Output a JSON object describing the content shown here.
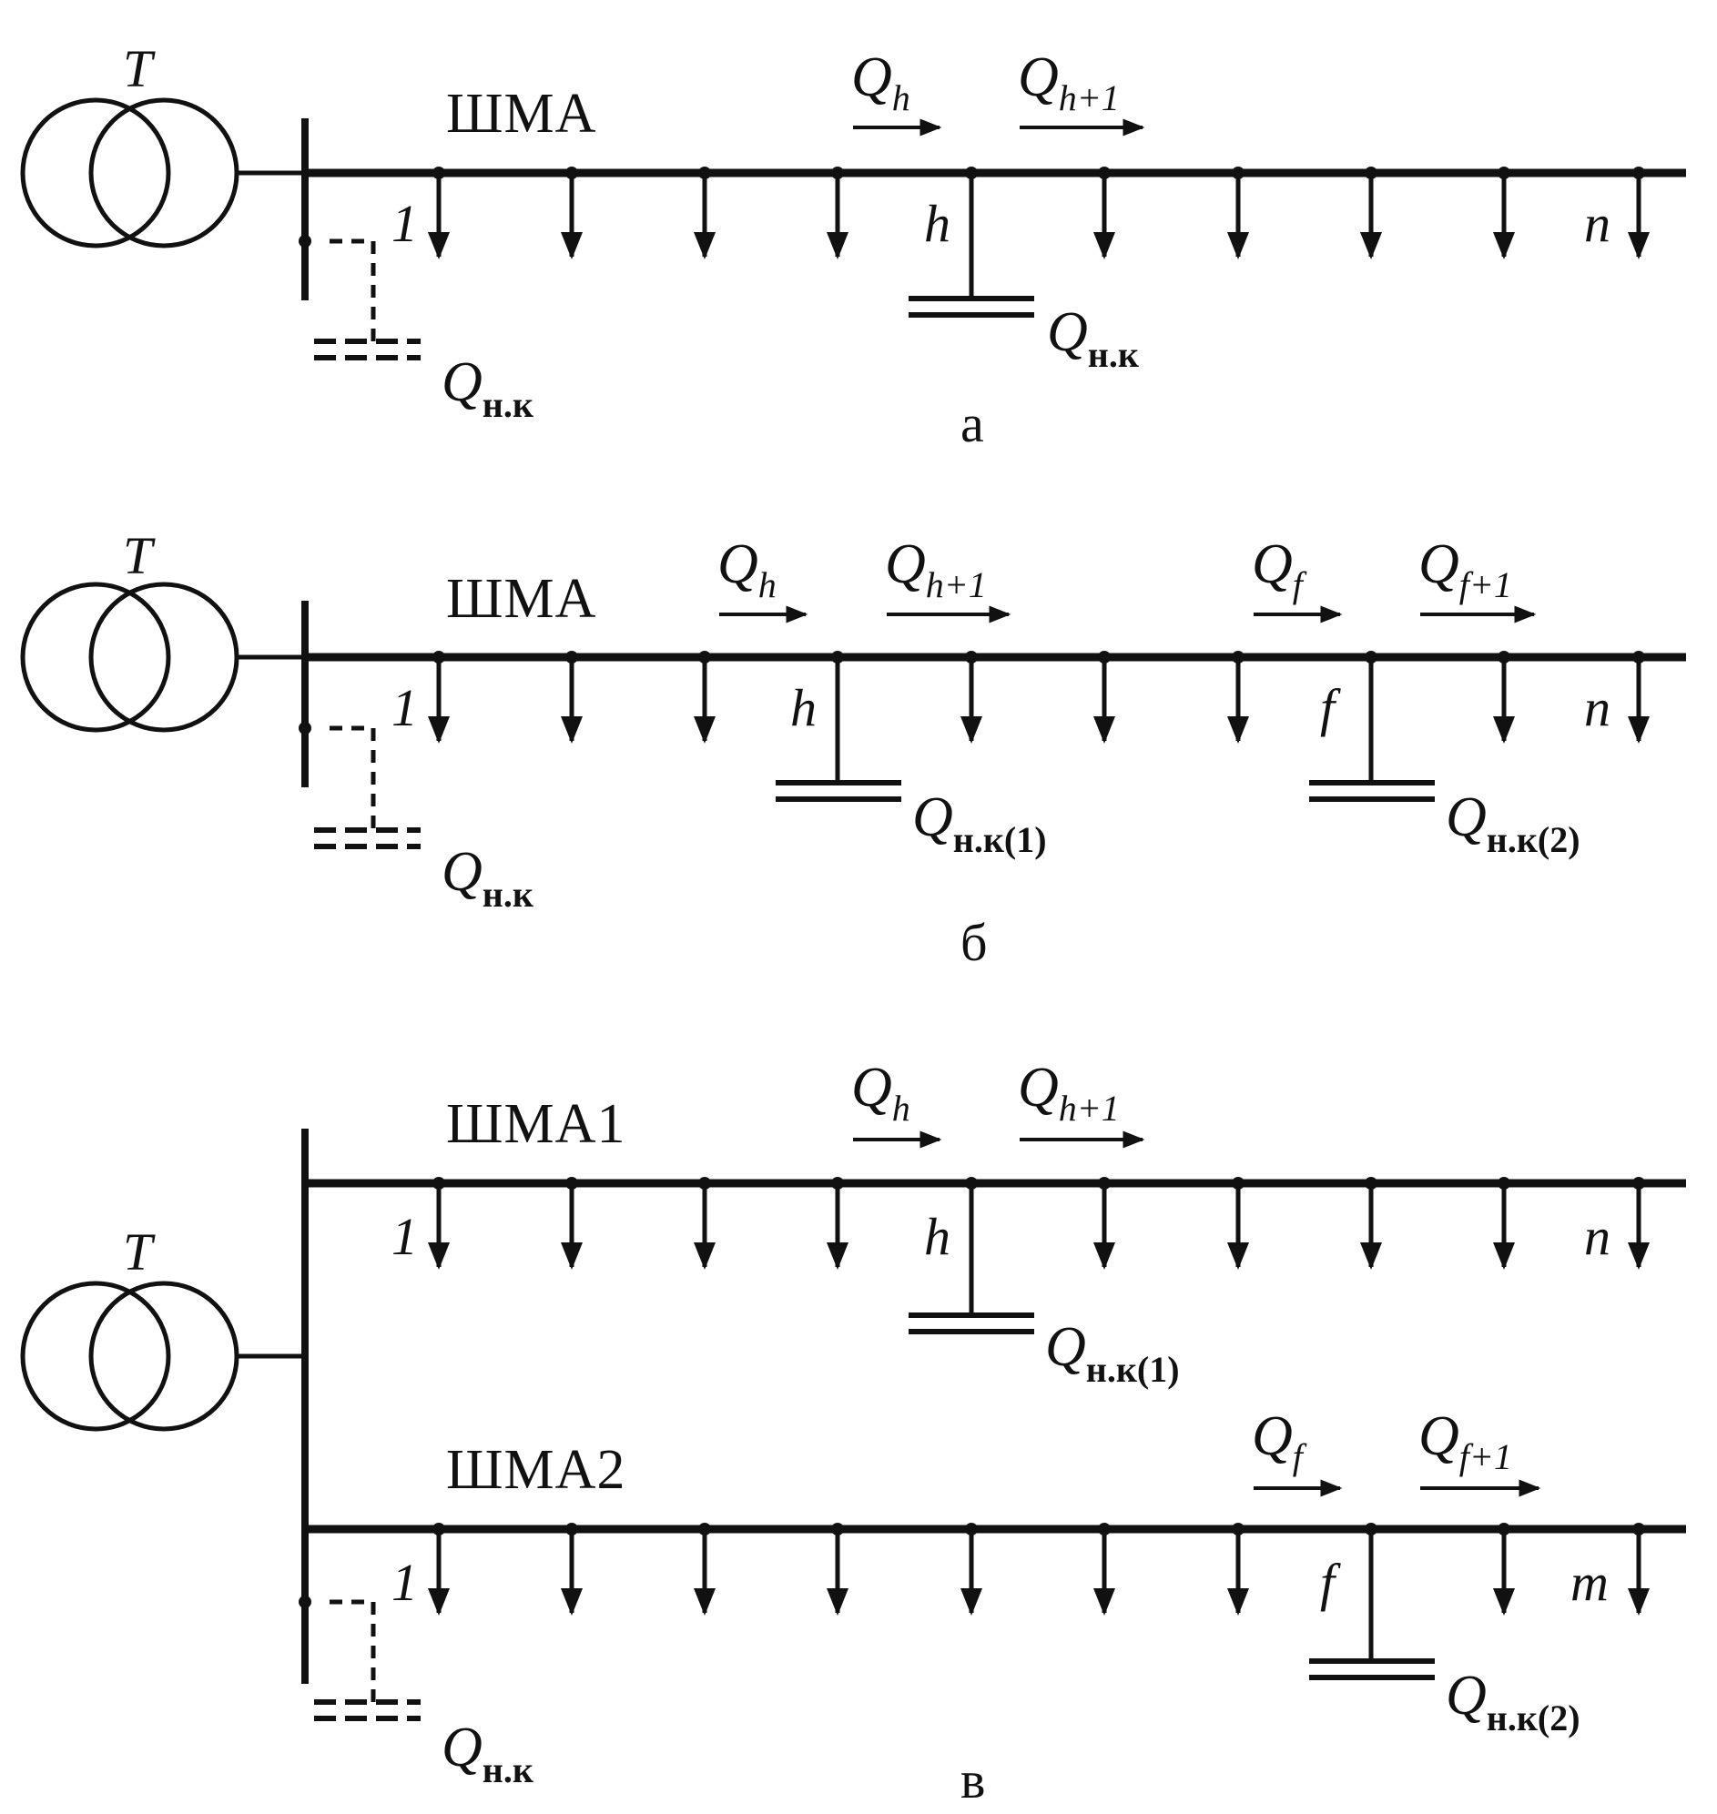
{
  "colors": {
    "ink": "#111111",
    "background": "#ffffff"
  },
  "diagrams": [
    {
      "caption": "а",
      "transformer": "T",
      "busways": [
        {
          "name": "ШМА",
          "first_tap": "1",
          "last_tap": "n",
          "flows": [
            {
              "symbol": "Q",
              "index": "h"
            },
            {
              "symbol": "Q",
              "index": "h+1"
            }
          ],
          "compensators": [
            {
              "node": "h",
              "symbol": "Q",
              "index": "н.к"
            }
          ]
        }
      ],
      "source_compensator": {
        "symbol": "Q",
        "index": "н.к"
      }
    },
    {
      "caption": "б",
      "transformer": "T",
      "busways": [
        {
          "name": "ШМА",
          "first_tap": "1",
          "last_tap": "n",
          "flows": [
            {
              "symbol": "Q",
              "index": "h"
            },
            {
              "symbol": "Q",
              "index": "h+1"
            },
            {
              "symbol": "Q",
              "index": "f"
            },
            {
              "symbol": "Q",
              "index": "f+1"
            }
          ],
          "compensators": [
            {
              "node": "h",
              "symbol": "Q",
              "index": "н.к(1)"
            },
            {
              "node": "f",
              "symbol": "Q",
              "index": "н.к(2)"
            }
          ]
        }
      ],
      "source_compensator": {
        "symbol": "Q",
        "index": "н.к"
      }
    },
    {
      "caption": "в",
      "transformer": "T",
      "busways": [
        {
          "name": "ШМА1",
          "first_tap": "1",
          "last_tap": "n",
          "flows": [
            {
              "symbol": "Q",
              "index": "h"
            },
            {
              "symbol": "Q",
              "index": "h+1"
            }
          ],
          "compensators": [
            {
              "node": "h",
              "symbol": "Q",
              "index": "н.к(1)"
            }
          ]
        },
        {
          "name": "ШМА2",
          "first_tap": "1",
          "last_tap": "m",
          "flows": [
            {
              "symbol": "Q",
              "index": "f"
            },
            {
              "symbol": "Q",
              "index": "f+1"
            }
          ],
          "compensators": [
            {
              "node": "f",
              "symbol": "Q",
              "index": "н.к(2)"
            }
          ]
        }
      ],
      "source_compensator": {
        "symbol": "Q",
        "index": "н.к"
      }
    }
  ]
}
